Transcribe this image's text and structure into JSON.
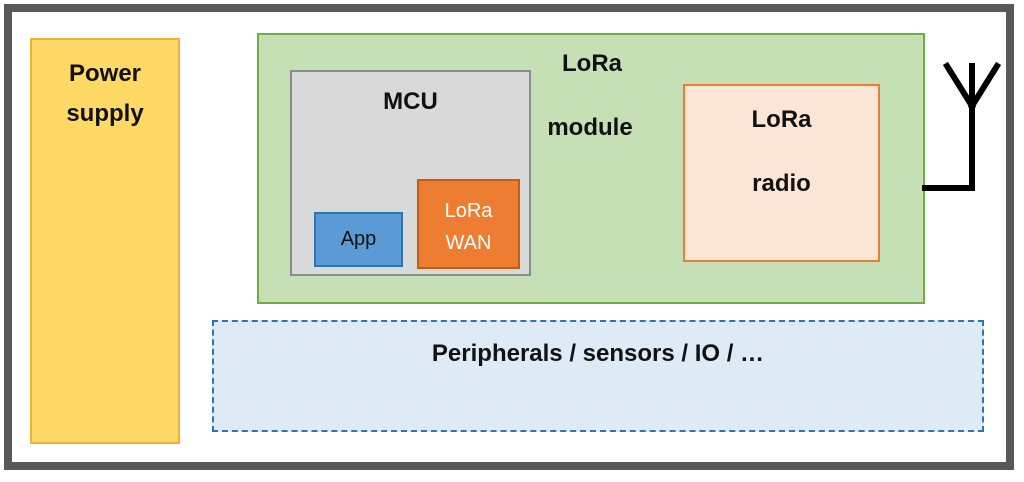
{
  "power_supply": {
    "label": "Power\nsupply"
  },
  "lora_module": {
    "title_line1": "LoRa",
    "title_line2": "module"
  },
  "mcu": {
    "label": "MCU"
  },
  "app": {
    "label": "App"
  },
  "lorawan": {
    "label": "LoRa\nWAN"
  },
  "lora_radio": {
    "line1": "LoRa",
    "line2": "radio"
  },
  "peripherals": {
    "label": "Peripherals / sensors / IO / …"
  },
  "colors": {
    "frame": "#595959",
    "power_fill": "#ffd966",
    "module_fill": "#c5e0b4",
    "mcu_fill": "#d9d9d9",
    "app_fill": "#5b9bd5",
    "lorawan_fill": "#ed7d31",
    "radio_fill": "#fbe5d6",
    "peripherals_fill": "#deebf7"
  },
  "icons": {
    "antenna": "antenna-icon"
  }
}
